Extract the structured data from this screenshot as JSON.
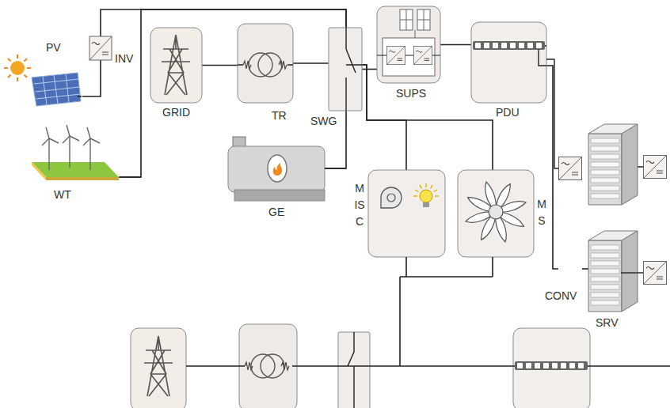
{
  "diagram": {
    "nodes": [
      {
        "text": [
          "PV"
        ]
      },
      {
        "text": [
          "INV"
        ]
      },
      {
        "text": [
          "WT"
        ]
      },
      {
        "text": [
          "GRID"
        ]
      },
      {
        "text": [
          "TR"
        ]
      },
      {
        "text": [
          "SWG"
        ]
      },
      {
        "text": [
          "GE"
        ]
      },
      {
        "text": [
          "SUPS"
        ]
      },
      {
        "text": [
          "PDU"
        ]
      },
      {
        "text": [
          "MISC"
        ]
      },
      {
        "text": [
          "MS"
        ]
      },
      {
        "text": [
          "CONV"
        ]
      },
      {
        "text": [
          "SRV"
        ]
      }
    ],
    "edges": [
      {
        "from": 0,
        "to": 1,
        "arrow": "none"
      },
      {
        "from": 1,
        "to": 5,
        "arrow": "none"
      },
      {
        "from": 2,
        "to": 5,
        "arrow": "none"
      },
      {
        "from": 3,
        "to": 4,
        "arrow": "none"
      },
      {
        "from": 4,
        "to": 5,
        "arrow": "none"
      },
      {
        "from": 6,
        "to": 5,
        "arrow": "none"
      },
      {
        "from": 5,
        "to": 7,
        "arrow": "none"
      },
      {
        "from": 5,
        "to": 9,
        "arrow": "none"
      },
      {
        "from": 5,
        "to": 10,
        "arrow": "none"
      },
      {
        "from": 7,
        "to": 8,
        "arrow": "none"
      },
      {
        "from": 8,
        "to": 11,
        "arrow": "none"
      },
      {
        "from": 11,
        "to": 12,
        "arrow": "none"
      }
    ]
  }
}
